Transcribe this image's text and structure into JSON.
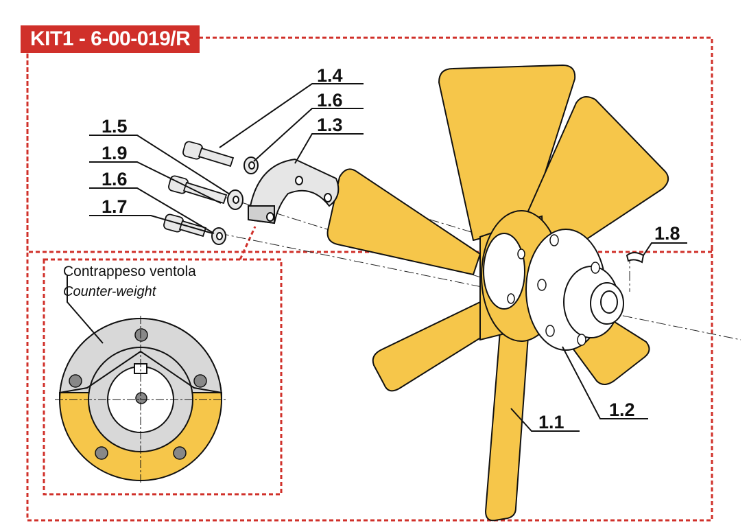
{
  "kit_title": "KIT1 - 6-00-019/R",
  "parts": [
    {
      "id": "p14",
      "label": "1.4"
    },
    {
      "id": "p16a",
      "label": "1.6"
    },
    {
      "id": "p13",
      "label": "1.3"
    },
    {
      "id": "p15",
      "label": "1.5"
    },
    {
      "id": "p19",
      "label": "1.9"
    },
    {
      "id": "p16b",
      "label": "1.6"
    },
    {
      "id": "p17",
      "label": "1.7"
    },
    {
      "id": "p18",
      "label": "1.8"
    },
    {
      "id": "p11",
      "label": "1.1"
    },
    {
      "id": "p12",
      "label": "1.2"
    }
  ],
  "inset": {
    "title": "Contrappeso ventola",
    "subtitle": "Counter-weight"
  },
  "colors": {
    "frame_red": "#d0302a",
    "blade_yellow": "#f6c64a",
    "metal_grey": "#d8d8d8",
    "outline": "#111111"
  }
}
